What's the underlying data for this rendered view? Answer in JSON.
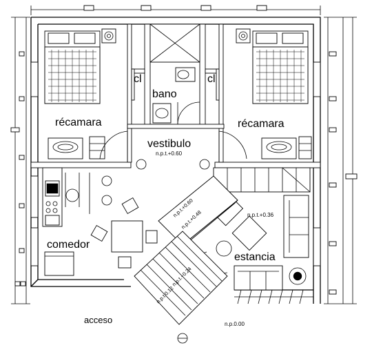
{
  "rooms": {
    "left_bedroom": "récamara",
    "right_bedroom": "récamara",
    "closet_left": "cl",
    "closet_right": "cl",
    "bath": "bano",
    "hall": "vestibulo",
    "dining": "comedor",
    "living": "estancia",
    "entry": "acceso"
  },
  "levels": {
    "hall": "n.p.t.+0.60",
    "living": "n.p.t.+0.36",
    "ramp_upper": "n.p.t.+0.60",
    "ramp_lower": "n.p.t.+0.48",
    "stair_upper": "n.p.t.+0.24",
    "stair_lower": "n.p.t.0.12",
    "ground": "n.p.0.00"
  }
}
